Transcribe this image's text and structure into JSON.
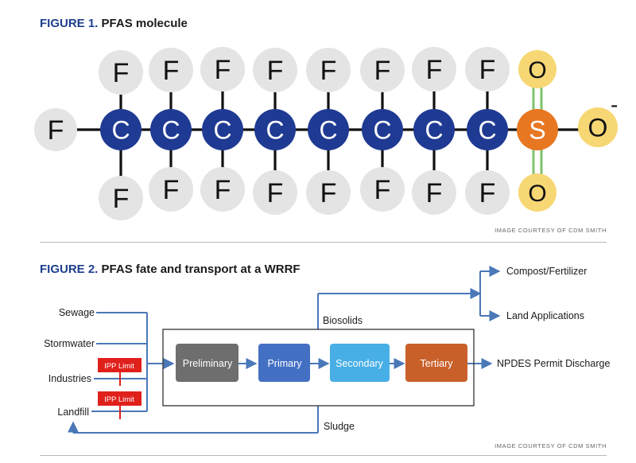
{
  "figure1": {
    "number": "FIGURE 1.",
    "title": "PFAS molecule",
    "credit": "IMAGE COURTESY OF CDM SMITH",
    "atoms": {
      "fluorine": "F",
      "carbon": "C",
      "sulfur": "S",
      "oxygen": "O",
      "charge": "-"
    },
    "colors": {
      "fluorine": "#e4e4e4",
      "carbon": "#1f3a93",
      "sulfur": "#e87722",
      "oxygen": "#f7d774",
      "double_bond": "#7dc36b"
    }
  },
  "figure2": {
    "number": "FIGURE 2.",
    "title": "PFAS fate and transport at a WRRF",
    "credit": "IMAGE COURTESY OF CDM SMITH",
    "inputs": [
      "Sewage",
      "Stormwater",
      "Industries",
      "Landfill"
    ],
    "ipp_limit": "IPP Limit",
    "stages": [
      "Preliminary",
      "Primary",
      "Secondary",
      "Tertiary"
    ],
    "stage_colors": [
      "#6e6e6e",
      "#4470c4",
      "#47aee6",
      "#c9602a"
    ],
    "discharge": "NPDES Permit Discharge",
    "biosolids": "Biosolids",
    "sludge": "Sludge",
    "outputs": [
      "Compost/Fertilizer",
      "Land Applications"
    ],
    "colors": {
      "arrow": "#4a78b8",
      "ipp": "#e0201b"
    }
  }
}
